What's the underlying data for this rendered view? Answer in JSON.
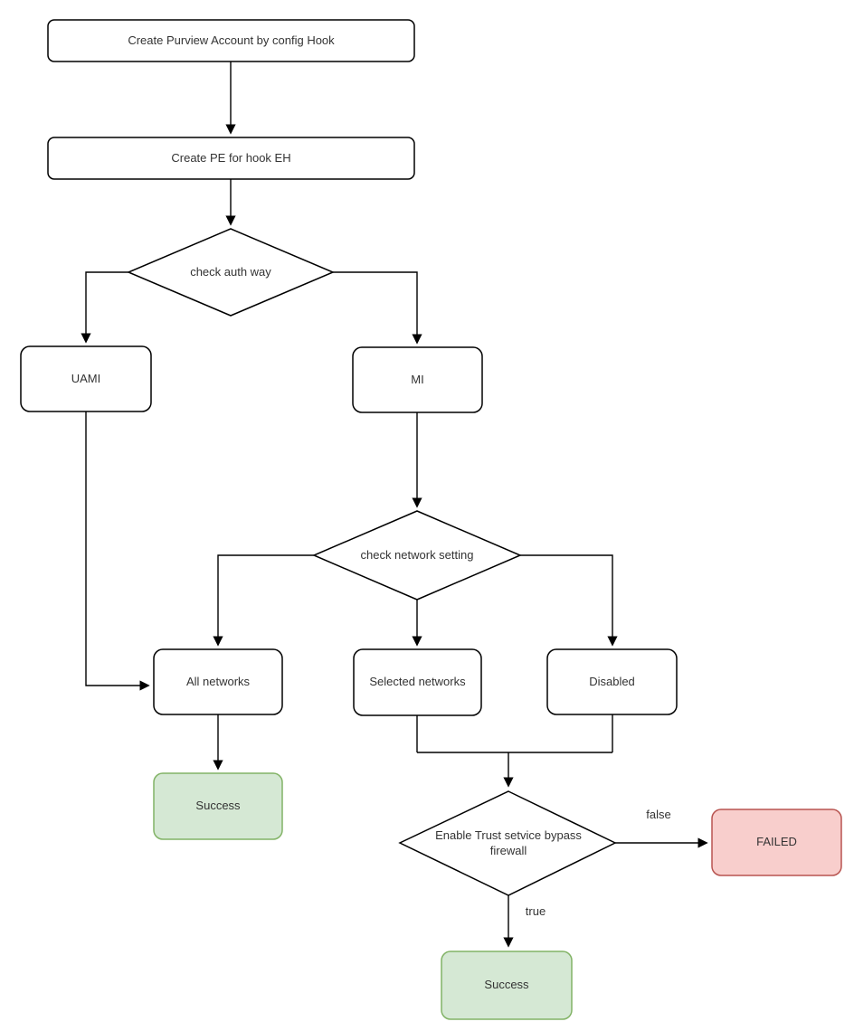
{
  "diagram": {
    "type": "flowchart",
    "background": "#ffffff"
  },
  "colors": {
    "process_fill": "#ffffff",
    "process_border": "#000000",
    "success_fill": "#d5e8d4",
    "success_border": "#82b366",
    "failed_fill": "#f8cecc",
    "failed_border": "#b85450",
    "edge": "#000000",
    "text": "#333333"
  },
  "nodes": {
    "create_account": {
      "label": "Create Purview Account by config Hook",
      "type": "process"
    },
    "create_pe": {
      "label": "Create PE for hook EH",
      "type": "process"
    },
    "check_auth": {
      "label": "check auth way",
      "type": "decision"
    },
    "uami": {
      "label": "UAMI",
      "type": "process"
    },
    "mi": {
      "label": "MI",
      "type": "process"
    },
    "check_network": {
      "label": "check network setting",
      "type": "decision"
    },
    "all_networks": {
      "label": "All networks",
      "type": "process"
    },
    "selected_networks": {
      "label": "Selected networks",
      "type": "process"
    },
    "disabled": {
      "label": "Disabled",
      "type": "process"
    },
    "success_left": {
      "label": "Success",
      "type": "terminal-success"
    },
    "enable_trust": {
      "label": "Enable Trust setvice bypass firewall",
      "type": "decision"
    },
    "failed": {
      "label": "FAILED",
      "type": "terminal-failed"
    },
    "success_bottom": {
      "label": "Success",
      "type": "terminal-success"
    }
  },
  "edge_labels": {
    "enable_trust_false": "false",
    "enable_trust_true": "true"
  }
}
